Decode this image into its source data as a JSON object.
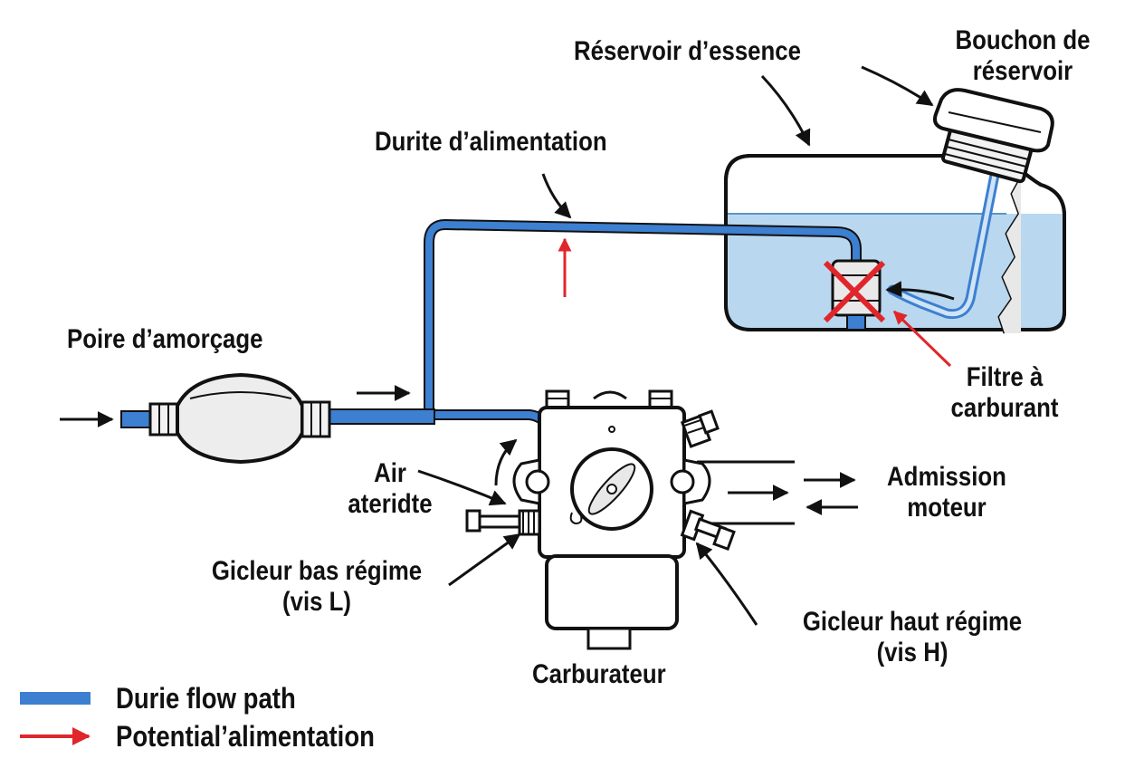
{
  "labels": {
    "reservoir": "Réservoir d’essence",
    "bouchon_line1": "Bouchon de",
    "bouchon_line2": "réservoir",
    "durite": "Durite d’alimentation",
    "poire": "Poire d’amorçage",
    "filtre_line1": "Filtre à",
    "filtre_line2": "carburant",
    "air_line1": "Air",
    "air_line2": "ateridte",
    "admission_line1": "Admission",
    "admission_line2": "moteur",
    "gicleur_bas_line1": "Gicleur bas régime",
    "gicleur_bas_line2": "(vis L)",
    "gicleur_haut_line1": "Gicleur haut régime",
    "gicleur_haut_line2": "(vis H)",
    "carburateur": "Carburateur"
  },
  "legend": [
    {
      "label": "Durie flow path",
      "symbol": "blue-line",
      "color": "#3d7fd0"
    },
    {
      "label": "Potential’alimentation",
      "symbol": "red-arrow",
      "color": "#e0262b"
    }
  ],
  "colors": {
    "hose": "#3d7fd0",
    "fuel": "#b9d8f0",
    "warning": "#e0262b",
    "outline": "#111111"
  }
}
